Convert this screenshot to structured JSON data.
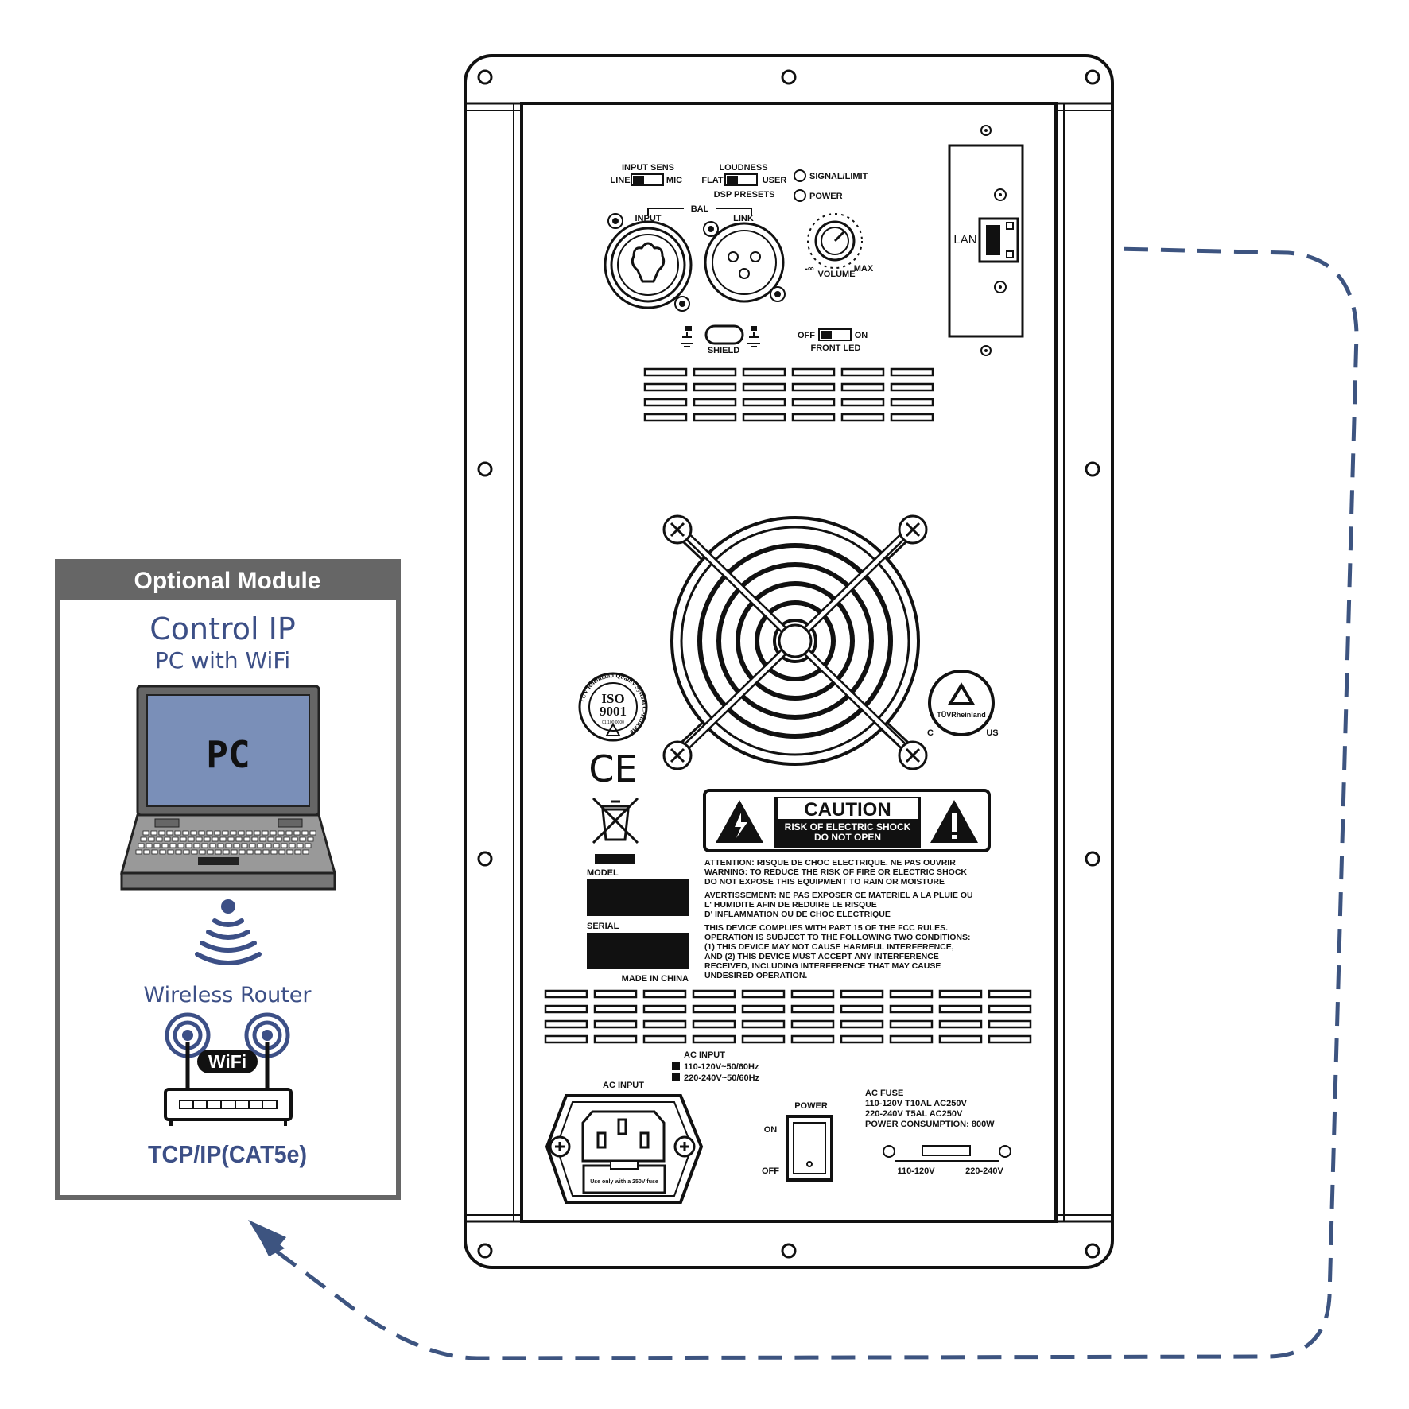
{
  "module": {
    "header": "Optional Module",
    "title": "Control IP",
    "subtitle": "PC with WiFi",
    "pc_label": "PC",
    "router_label": "Wireless Router",
    "wifi_badge": "WiFi",
    "protocol": "TCP/IP(CAT5e)"
  },
  "panel": {
    "input_sens": "INPUT SENS",
    "line": "LINE",
    "mic": "MIC",
    "loudness": "LOUDNESS",
    "flat": "FLAT",
    "user": "USER",
    "dsp_presets": "DSP PRESETS",
    "signal_limit": "SIGNAL/LIMIT",
    "power_led": "POWER",
    "bal": "BAL",
    "input": "INPUT",
    "link": "LINK",
    "volume": "VOLUME",
    "vol_min": "-∞",
    "vol_max": "MAX",
    "shield": "SHIELD",
    "off": "OFF",
    "on": "ON",
    "front_led": "FRONT LED",
    "lan": "LAN",
    "iso_line1": "ISO",
    "iso_line2": "9001",
    "iso_ring": "TÜV Rheinland Quality System Certificate",
    "iso_number": "01 100 0000",
    "ce_mark": "CE",
    "tuv_name": "TÜVRheinland",
    "tuv_c": "C",
    "tuv_us": "US",
    "model": "MODEL",
    "serial": "SERIAL",
    "made_in": "MADE IN CHINA",
    "caution_title": "CAUTION",
    "caution_sub1": "RISK OF ELECTRIC SHOCK",
    "caution_sub2": "DO NOT OPEN",
    "warning_lines": [
      "ATTENTION: RISQUE DE CHOC ELECTRIQUE. NE PAS OUVRIR",
      "WARNING: TO REDUCE THE RISK OF FIRE OR ELECTRIC SHOCK",
      "DO NOT EXPOSE THIS EQUIPMENT TO RAIN OR MOISTURE",
      "AVERTISSEMENT: NE PAS EXPOSER CE MATERIEL A LA PLUIE OU",
      "L' HUMIDITE AFIN DE REDUIRE LE RISQUE",
      "D' INFLAMMATION OU DE CHOC ELECTRIQUE",
      "THIS DEVICE COMPLIES WITH PART 15 OF THE FCC RULES.",
      "OPERATION IS SUBJECT TO THE FOLLOWING TWO CONDITIONS:",
      "(1) THIS DEVICE MAY NOT CAUSE HARMFUL INTERFERENCE,",
      "AND (2) THIS DEVICE MUST ACCEPT ANY INTERFERENCE",
      "RECEIVED, INCLUDING INTERFERENCE THAT MAY CAUSE",
      "UNDESIRED OPERATION."
    ],
    "ac_input_head": "AC INPUT",
    "ac_opt1": "110-120V~50/60Hz",
    "ac_opt2": "220-240V~50/60Hz",
    "ac_input_label": "AC INPUT",
    "fuse_note": "Use only with a 250V fuse",
    "power_switch": "POWER",
    "sw_on": "ON",
    "sw_off": "OFF",
    "ac_fuse": "AC FUSE",
    "fuse_110": "110-120V T10AL AC250V",
    "fuse_220": "220-240V T5AL AC250V",
    "consumption": "POWER CONSUMPTION: 800W",
    "v110": "110-120V",
    "v220": "220-240V"
  },
  "colors": {
    "accent_blue": "#3c4f86",
    "dash_blue": "#3d5480",
    "header_gray": "#666666",
    "screen_blue": "#7a8fb8",
    "line_black": "#111111"
  }
}
